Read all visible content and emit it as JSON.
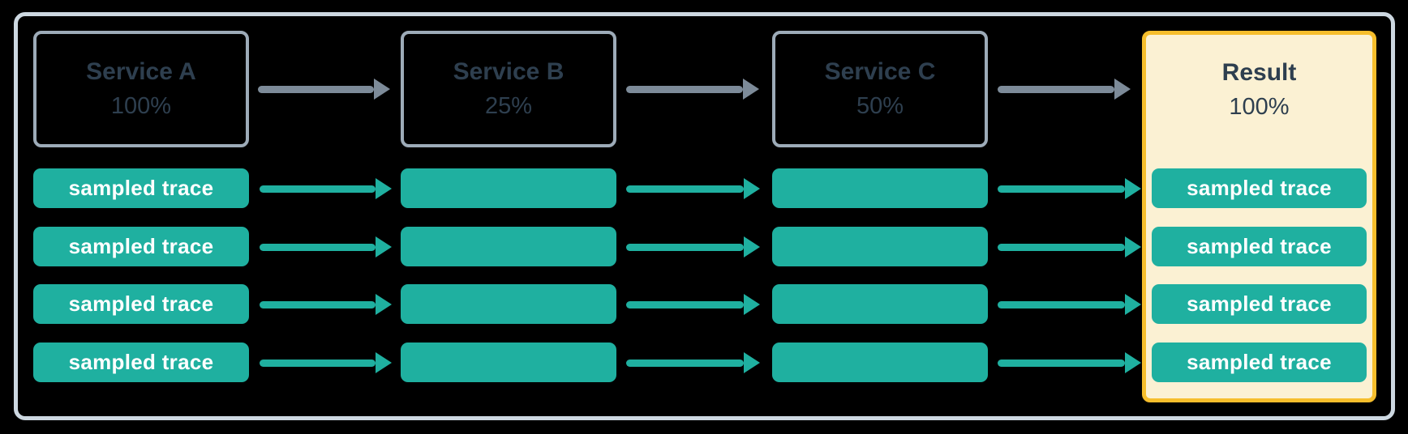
{
  "colors": {
    "background": "#000000",
    "frame_border": "#cdd8e1",
    "box_border": "#9dabb8",
    "ink": "#2e3f4f",
    "arrow_gray": "#7d8b99",
    "teal": "#1fb0a0",
    "result_bg": "#fbf1d3",
    "result_border": "#f6be2c",
    "trace_text": "#ffffff"
  },
  "columns": [
    {
      "header": {
        "title": "Service A",
        "value": "100%"
      },
      "traces": [
        {
          "label": "sampled trace"
        },
        {
          "label": "sampled trace"
        },
        {
          "label": "sampled trace"
        },
        {
          "label": "sampled trace"
        }
      ]
    },
    {
      "header": {
        "title": "Service B",
        "value": "25%"
      },
      "traces": [
        {
          "label": ""
        },
        {
          "label": ""
        },
        {
          "label": ""
        },
        {
          "label": ""
        }
      ]
    },
    {
      "header": {
        "title": "Service C",
        "value": "50%"
      },
      "traces": [
        {
          "label": ""
        },
        {
          "label": ""
        },
        {
          "label": ""
        },
        {
          "label": ""
        }
      ]
    },
    {
      "header": {
        "title": "Result",
        "value": "100%"
      },
      "traces": [
        {
          "label": "sampled trace"
        },
        {
          "label": "sampled trace"
        },
        {
          "label": "sampled trace"
        },
        {
          "label": "sampled trace"
        }
      ]
    }
  ]
}
